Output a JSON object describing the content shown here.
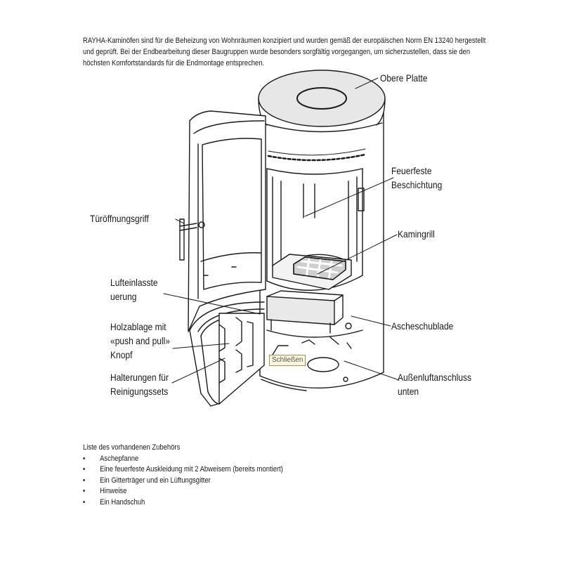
{
  "intro": {
    "line1": "RAYHA-Kaminöfen sind für die Beheizung von Wohnräumen konzipiert und wurden gemäß der europäischen Norm EN 13240 hergestellt",
    "line2": "und geprüft. Bei der Endbearbeitung dieser Baugruppen wurde besonders sorgfältig vorgegangen, um sicherzustellen, dass sie den",
    "line3": "höchsten Komfortstandards für die Endmontage entsprechen."
  },
  "labels": {
    "obere_platte": "Obere Platte",
    "feuerfeste_1": "Feuerfeste",
    "feuerfeste_2": "Beschichtung",
    "kamingrill": "Kamingrill",
    "tueroeffnungsgriff": "Türöffnungsgriff",
    "lufteinlass_1": "Lufteinlasste",
    "lufteinlass_2": "uerung",
    "ascheschublade": "Ascheschublade",
    "holzablage_1": "Holzablage mit",
    "holzablage_2": "«push and pull»",
    "holzablage_3": "Knopf",
    "halterungen_1": "Halterungen für",
    "halterungen_2": "Reinigungssets",
    "aussenluft_1": "Außenluftanschluss",
    "aussenluft_2": "unten"
  },
  "tooltip": "Schließen",
  "accessories": {
    "title": "Liste des vorhandenen Zubehörs",
    "bullet": "•",
    "items": [
      "Aschepfanne",
      "Eine feuerfeste Auskleidung mit 2 Abweisern (bereits montiert)",
      "Ein Gitterträger und ein Lüftungsgitter",
      "Hinweise",
      "Ein Handschuh"
    ]
  }
}
